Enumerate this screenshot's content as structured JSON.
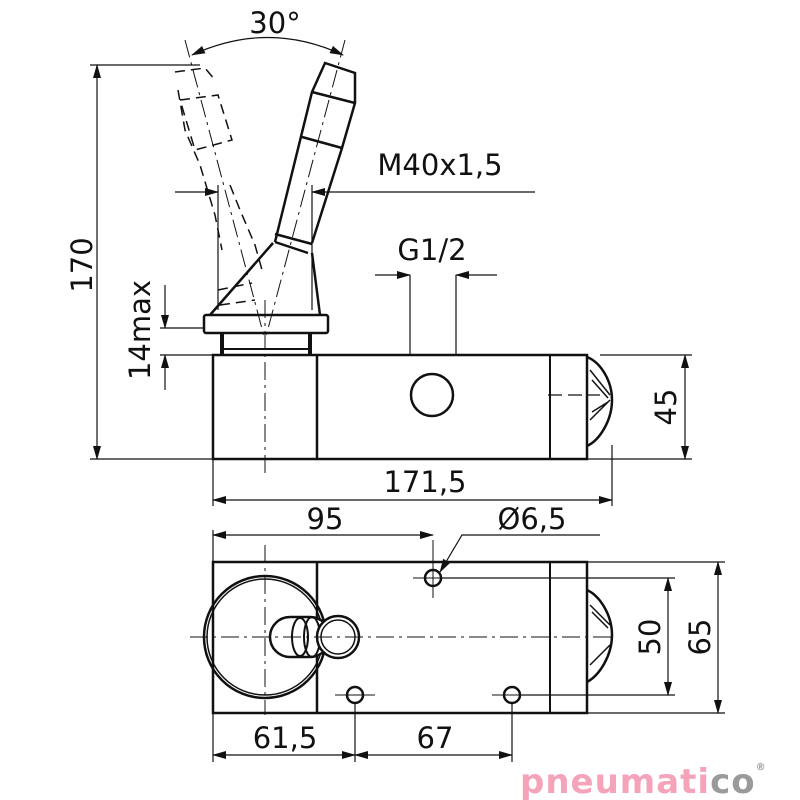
{
  "drawing": {
    "top_view": {
      "angle_label": "30°",
      "thread_label": "M40x1,5",
      "port_label": "G1/2",
      "height_label": "170",
      "max_label": "14max",
      "body_height_label": "45",
      "length_label": "171,5"
    },
    "bottom_view": {
      "width_label": "95",
      "hole_label": "Ø6,5",
      "hole_spacing_label": "50",
      "body_width_label": "65",
      "offset_label": "61,5",
      "pitch_label": "67"
    }
  },
  "logo": {
    "text_main": "pneumati",
    "text_accent": "co",
    "mark": "®",
    "colors": {
      "main": "#f4a3b8",
      "accent": "#9a9a9a"
    }
  }
}
